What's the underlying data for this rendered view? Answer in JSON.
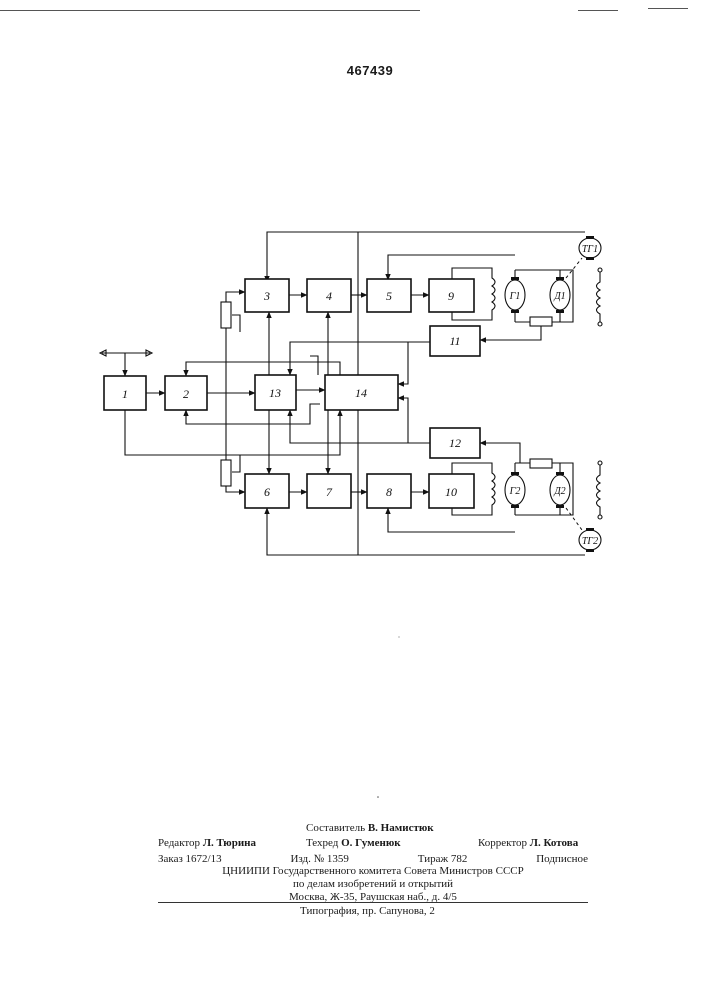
{
  "header": {
    "patent_number": "467439"
  },
  "diagram": {
    "blocks": [
      "1",
      "2",
      "3",
      "4",
      "5",
      "6",
      "7",
      "8",
      "9",
      "10",
      "11",
      "12",
      "13",
      "14"
    ],
    "machines": [
      "Г1",
      "Д1",
      "Г2",
      "Д2",
      "ТГ1",
      "ТГ2"
    ]
  },
  "credits": {
    "compiler_label": "Составитель",
    "compiler_name": "В. Намистюк",
    "editor_label": "Редактор",
    "editor_name": "Л. Тюрина",
    "techeditor_label": "Техред",
    "techeditor_name": "О. Гуменюк",
    "corrector_label": "Корректор",
    "corrector_name": "Л. Котова"
  },
  "imprint": {
    "order": "Заказ 1672/13",
    "edition": "Изд. № 1359",
    "circulation": "Тираж 782",
    "subscription": "Подписное",
    "org_line1": "ЦНИИПИ Государственного комитета Совета Министров СССР",
    "org_line2": "по делам изобретений и открытий",
    "address": "Москва, Ж-35, Раушская наб., д. 4/5",
    "printer": "Типография, пр. Сапунова, 2"
  }
}
